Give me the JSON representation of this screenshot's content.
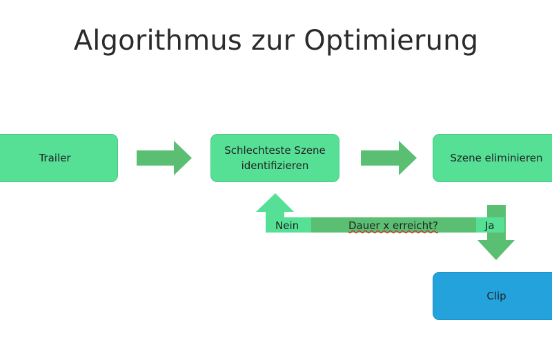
{
  "title": "Algorithmus zur Optimierung",
  "boxes": {
    "trailer": "Trailer",
    "worst_scene": "Schlechteste Szene\nidentifizieren",
    "eliminate": "Szene eliminieren",
    "clip": "Clip"
  },
  "decision": {
    "condition": "Dauer x erreicht?",
    "no_label": "Nein",
    "yes_label": "Ja"
  },
  "colors": {
    "box_green": "#55e096",
    "arrow_green": "#5bbf73",
    "bar_green": "#5bbf73",
    "box_blue": "#24a2dc"
  }
}
